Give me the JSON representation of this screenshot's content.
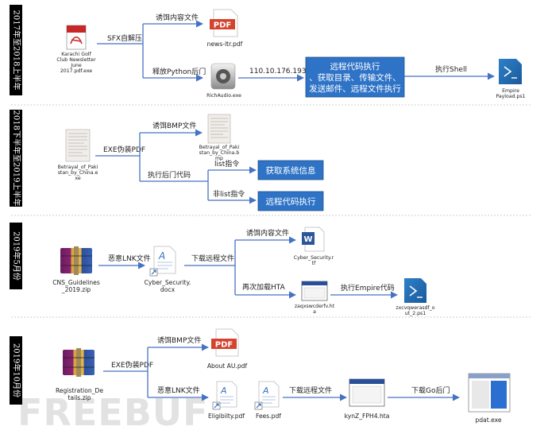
{
  "watermark": "FREEBUF",
  "rows": [
    {
      "period": "2017年至2018上半年",
      "source_file": [
        "Karachi Golf",
        "Club Newsletter",
        "June",
        "2017.pdf.exe"
      ],
      "labels": {
        "sfx": "SFX自解压",
        "bait": "诱饵内容文件",
        "python": "释放Python后门",
        "ip": "110.10.176.193",
        "shell": "执行Shell"
      },
      "files": {
        "pdf": "news-ltr.pdf",
        "audio": "RichAudio.exe",
        "ps1": [
          "Empire",
          "Payload.ps1"
        ]
      },
      "pdf_badge": "PDF",
      "box": [
        "远程代码执行",
        "、获取目录、传输文件、",
        "发送邮件、远程文件执行"
      ]
    },
    {
      "period": "2018下半年至2019上半年",
      "source_file": [
        "Betrayal_of_Paki",
        "stan_by_China.e",
        "xe"
      ],
      "labels": {
        "exe_pdf": "EXE伪装PDF",
        "bmp": "诱饵BMP文件",
        "backdoor": "执行后门代码",
        "list": "list指令",
        "nonlist": "非list指令"
      },
      "files": {
        "bmp": [
          "Betrayal_of_Paki",
          "stan_by_China.b",
          "mp"
        ]
      },
      "box1": "获取系统信息",
      "box2": "远程代码执行"
    },
    {
      "period": "2019年5月份",
      "source_file": [
        "CNS_Guidelines",
        "_2019.zip"
      ],
      "labels": {
        "lnk": "恶意LNK文件",
        "download": "下载远程文件",
        "bait": "诱饵内容文件",
        "hta": "再次加载HTA",
        "empire": "执行Empire代码"
      },
      "files": {
        "docx": [
          "Cyber_Security.",
          "docx"
        ],
        "rtf": [
          "Cyber_Security.r",
          "tf"
        ],
        "hta": [
          "zaqxswcderfv.ht",
          "a"
        ],
        "ps1": [
          "zxcvqwerasdf_o",
          "ut_2.ps1"
        ]
      },
      "word_badge": "W"
    },
    {
      "period": "2019年10月份",
      "source_file": [
        "Registration_De",
        "tails.zip"
      ],
      "labels": {
        "exe_pdf": "EXE伪装PDF",
        "bmp": "诱饵BMP文件",
        "lnk": "恶意LNK文件",
        "download": "下载远程文件",
        "go": "下载Go后门"
      },
      "files": {
        "pdf": "About AU.pdf",
        "elig": "Eligibilty.pdf",
        "fees": "Fees.pdf",
        "hta": "kynZ_FPH4.hta",
        "exe": "pdat.exe"
      },
      "pdf_badge": "PDF"
    }
  ]
}
